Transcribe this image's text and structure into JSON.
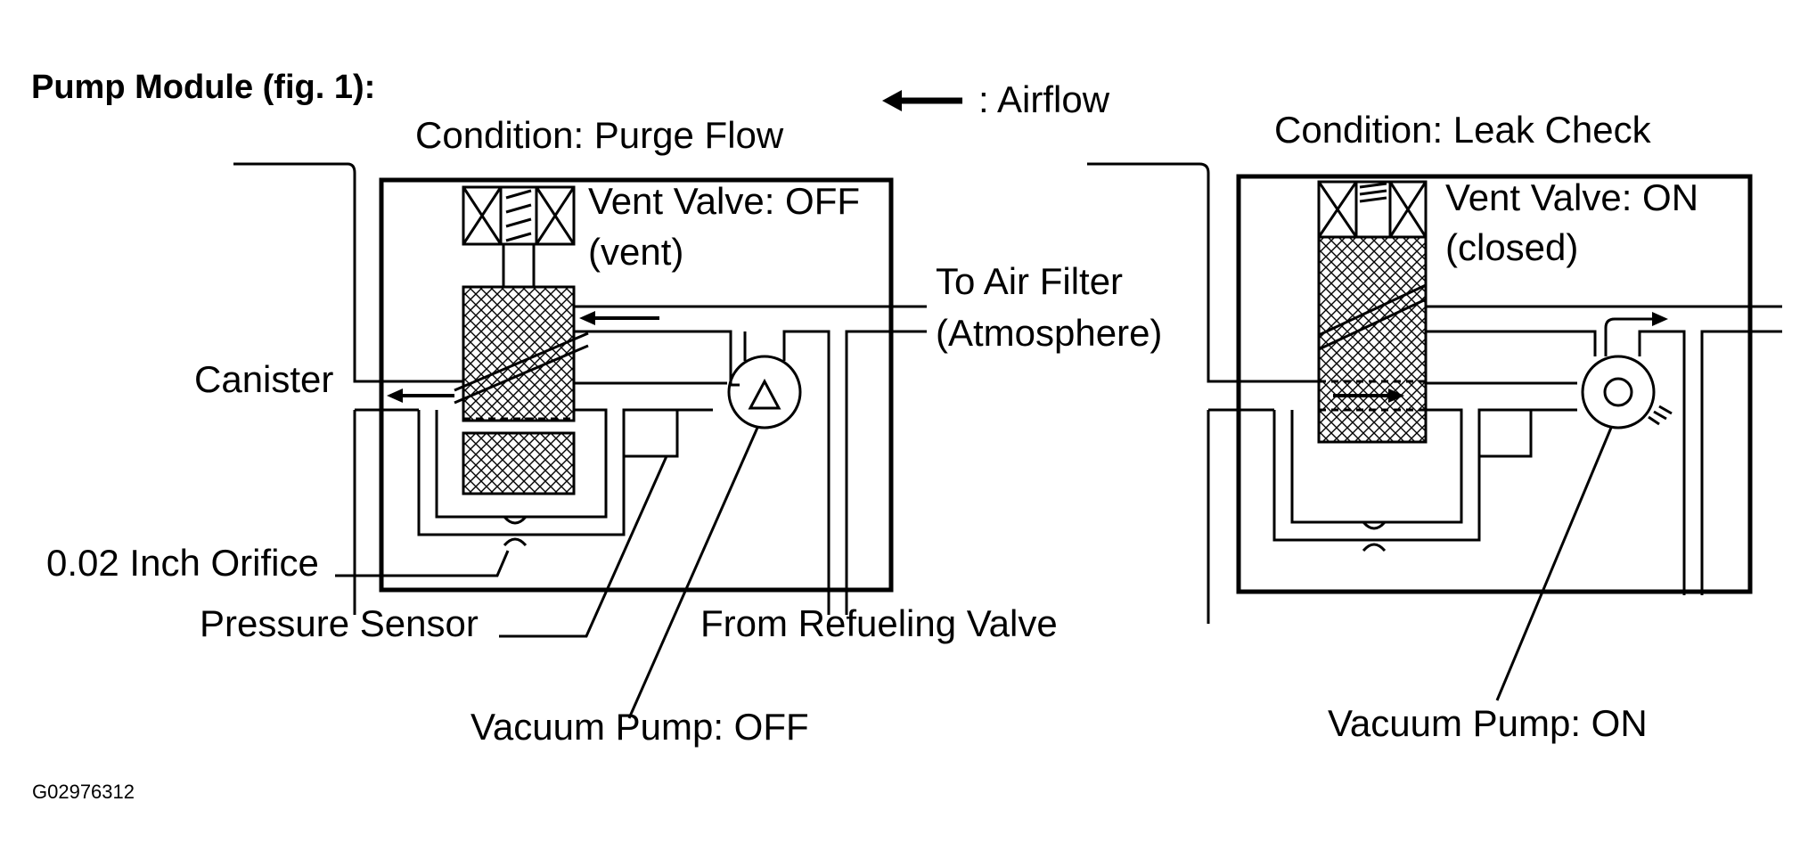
{
  "title": "Pump Module (fig. 1):",
  "legend": {
    "airflow_label": ": Airflow"
  },
  "left": {
    "condition": "Condition: Purge Flow",
    "vent_valve_line1": "Vent Valve: OFF",
    "vent_valve_line2": "(vent)",
    "air_filter_line1": "To Air Filter",
    "air_filter_line2": "(Atmosphere)",
    "canister": "Canister",
    "orifice": "0.02 Inch Orifice",
    "pressure_sensor": "Pressure Sensor",
    "refueling_valve": "From Refueling Valve",
    "vacuum_pump": "Vacuum Pump: OFF"
  },
  "right": {
    "condition": "Condition: Leak Check",
    "vent_valve_line1": "Vent Valve: ON",
    "vent_valve_line2": "(closed)",
    "vacuum_pump": "Vacuum Pump: ON"
  },
  "figure_code": "G02976312"
}
